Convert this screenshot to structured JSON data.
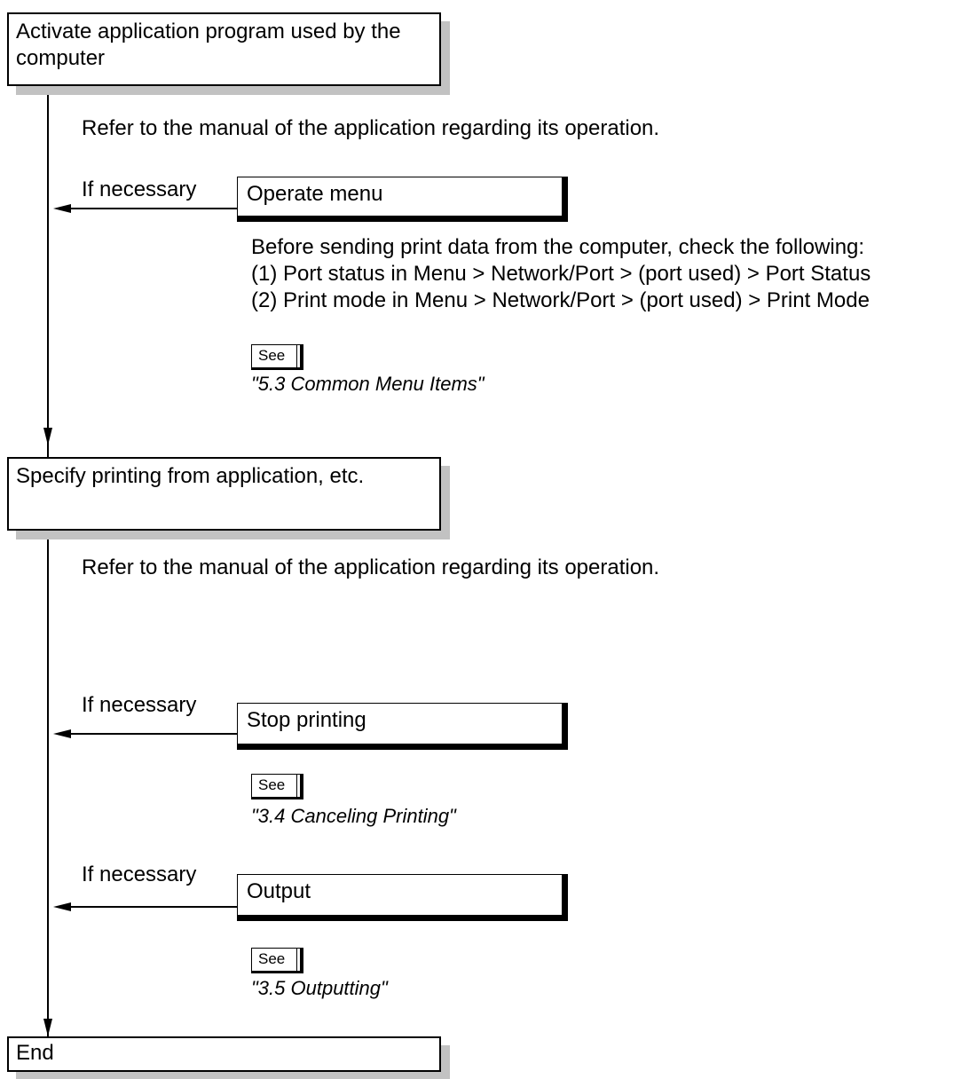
{
  "steps": {
    "activate": "Activate application program used by the computer",
    "specify": "Specify printing from application, etc.",
    "end": "End"
  },
  "notes": {
    "refer_1": "Refer to the manual of the application regarding its operation.",
    "refer_2": "Refer to the manual of the application regarding its operation.",
    "before_sending": "Before sending print data from the computer, check the following:",
    "check_1": "(1) Port status in Menu > Network/Port > (port used) > Port Status",
    "check_2": "(2) Print mode in Menu > Network/Port > (port used) > Print Mode"
  },
  "branches": {
    "if_necessary_label": "If necessary",
    "operate_menu": "Operate menu",
    "stop_printing": "Stop printing",
    "output": "Output"
  },
  "references": {
    "see_label": "See",
    "common_menu": "\"5.3 Common Menu Items\"",
    "canceling": "\"3.4 Canceling Printing\"",
    "outputting": "\"3.5 Outputting\""
  },
  "icons": {
    "see": "book-icon"
  }
}
